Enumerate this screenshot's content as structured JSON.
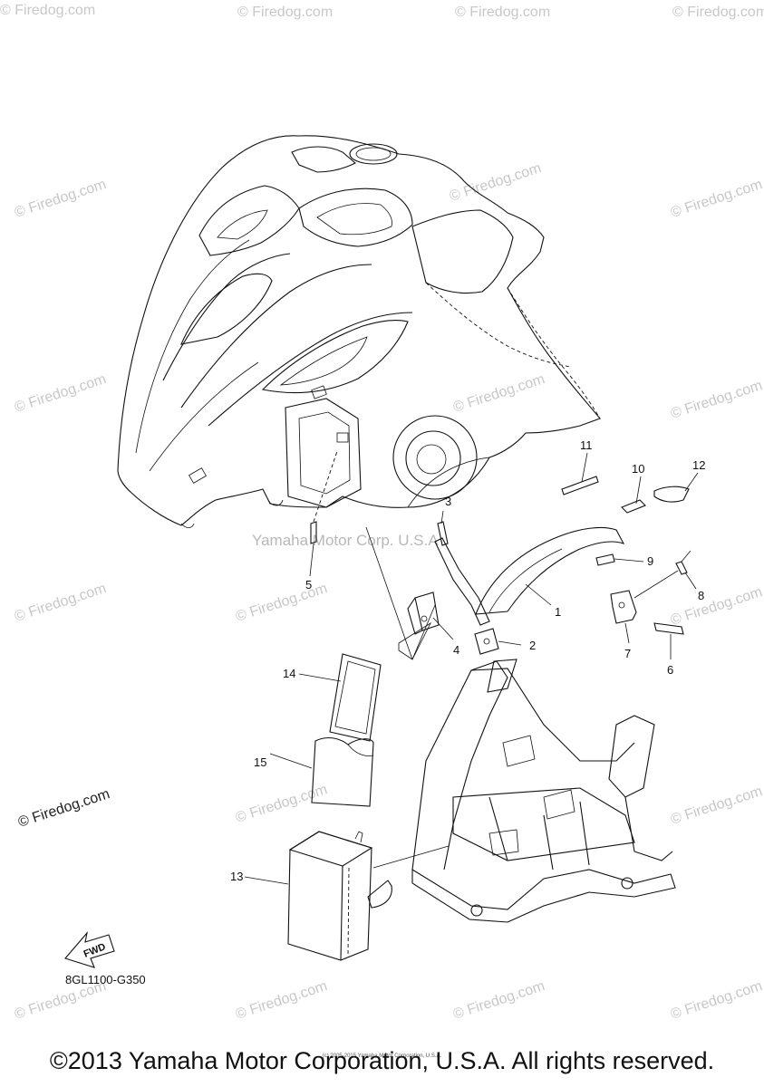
{
  "watermarks": {
    "site": "© Firedog.com",
    "corp": "Yamaha Motor Corp. U.S.A"
  },
  "callouts": [
    "1",
    "2",
    "3",
    "4",
    "5",
    "6",
    "7",
    "8",
    "9",
    "10",
    "11",
    "12",
    "13",
    "14",
    "15"
  ],
  "fwd_label": "FWD",
  "drawing_code": "8GL1100-G350",
  "fine_print": "(c) 2005-2015 Yamaha Motor Corporation, U.S.A.",
  "footer": "©2013 Yamaha Motor Corporation, U.S.A. All rights reserved.",
  "colors": {
    "ink": "#111111",
    "watermark": "#c8c8c8",
    "background": "#ffffff"
  }
}
